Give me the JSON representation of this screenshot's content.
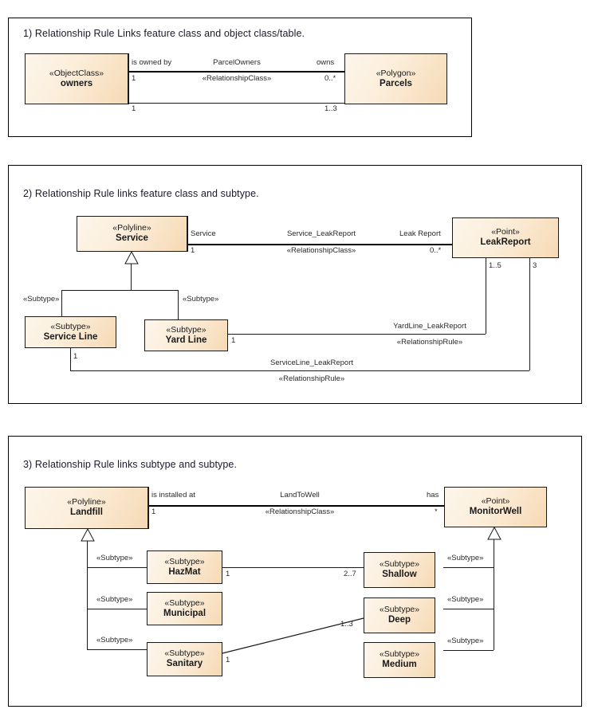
{
  "document": {
    "type": "uml-relationship-rule-diagrams"
  },
  "panels": [
    {
      "id": "panel1",
      "title": "1) Relationship Rule Links feature class and object class/table.",
      "classes": [
        {
          "stereotype": "«ObjectClass»",
          "name": "owners"
        },
        {
          "stereotype": "«Polygon»",
          "name": "Parcels"
        }
      ],
      "association": {
        "left_role": "is owned by",
        "name": "ParcelOwners",
        "right_role": "owns",
        "stereotype": "«RelationshipClass»",
        "left_mult": "1",
        "right_mult": "0..*"
      },
      "rule": {
        "left_mult": "1",
        "right_mult": "1..3"
      }
    },
    {
      "id": "panel2",
      "title": "2) Relationship Rule links feature class and subtype.",
      "classes": [
        {
          "stereotype": "«Polyline»",
          "name": "Service"
        },
        {
          "stereotype": "«Point»",
          "name": "LeakReport"
        },
        {
          "stereotype": "«Subtype»",
          "name": "Service Line"
        },
        {
          "stereotype": "«Subtype»",
          "name": "Yard Line"
        }
      ],
      "association": {
        "left_role": "Service",
        "name": "Service_LeakReport",
        "right_role": "Leak Report",
        "stereotype": "«RelationshipClass»",
        "left_mult": "1",
        "right_mult": "0..*"
      },
      "subtype_labels": {
        "service_line": "«Subtype»",
        "yard_line": "«Subtype»"
      },
      "rules": [
        {
          "name": "YardLine_LeakReport",
          "stereotype": "«RelationshipRule»",
          "left_mult": "1",
          "right_mult": "1..5"
        },
        {
          "name": "ServiceLine_LeakReport",
          "stereotype": "«RelationshipRule»",
          "left_mult": "1",
          "right_mult": "3"
        }
      ]
    },
    {
      "id": "panel3",
      "title": "3) Relationship Rule links subtype and subtype.",
      "classes": [
        {
          "stereotype": "«Polyline»",
          "name": "Landfill"
        },
        {
          "stereotype": "«Point»",
          "name": "MonitorWell"
        },
        {
          "stereotype": "«Subtype»",
          "name": "HazMat"
        },
        {
          "stereotype": "«Subtype»",
          "name": "Municipal"
        },
        {
          "stereotype": "«Subtype»",
          "name": "Sanitary"
        },
        {
          "stereotype": "«Subtype»",
          "name": "Shallow"
        },
        {
          "stereotype": "«Subtype»",
          "name": "Deep"
        },
        {
          "stereotype": "«Subtype»",
          "name": "Medium"
        }
      ],
      "association": {
        "left_role": "is installed at",
        "name": "LandToWell",
        "right_role": "has",
        "stereotype": "«RelationshipClass»",
        "left_mult": "1",
        "right_mult": "*"
      },
      "subtype_labels": {
        "hazmat": "«Subtype»",
        "municipal": "«Subtype»",
        "sanitary": "«Subtype»",
        "shallow": "«Subtype»",
        "deep": "«Subtype»",
        "medium": "«Subtype»"
      },
      "rules": [
        {
          "left_mult": "1",
          "right_mult": "2..7"
        },
        {
          "left_mult": "1",
          "right_mult": "1..3"
        }
      ]
    }
  ],
  "colors": {
    "box_fill_light": "#FDF6EC",
    "box_fill_dark": "#F6D9B4",
    "border": "#1A1A1A",
    "title_text": "#1A1A2E",
    "label_text": "#2A2A2A"
  }
}
